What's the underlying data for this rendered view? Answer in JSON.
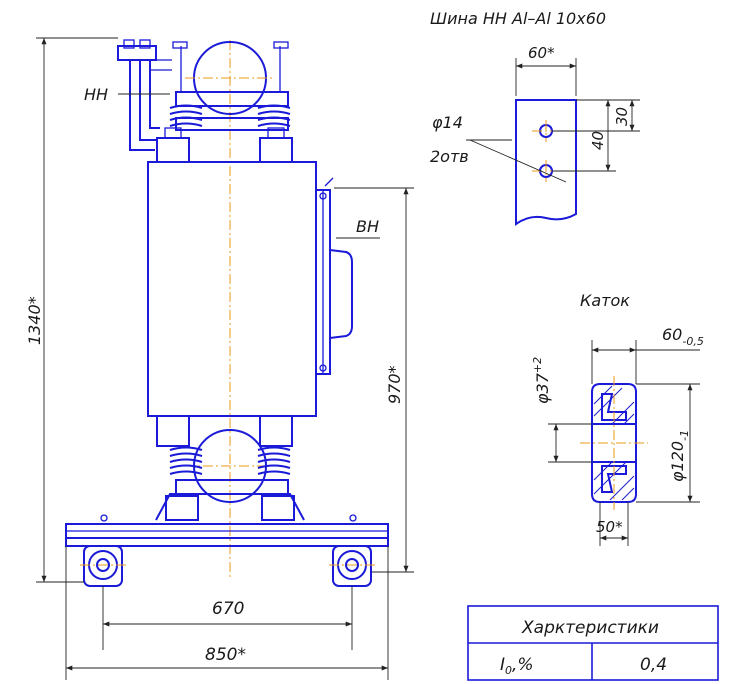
{
  "labels": {
    "bus_title": "Шина НН Al–Al 10x60",
    "lv": "НН",
    "hv": "ВН",
    "roller_title": "Каток",
    "hole_dia": "φ14",
    "hole_count": "2отв"
  },
  "dimensions": {
    "height_total": "1340*",
    "height_tank": "970*",
    "width_wheel_base": "670",
    "width_total": "850*",
    "bus_width": "60*",
    "bus_hole_1": "30",
    "bus_hole_2": "40",
    "roller_width": "60",
    "roller_width_tol": "-0,5",
    "roller_bore": "φ37",
    "roller_bore_tol": "+2",
    "roller_dia": "φ120",
    "roller_dia_tol": "-1",
    "roller_hub": "50*"
  },
  "table": {
    "title": "Харктеристики",
    "param": "I",
    "param_sub": "0",
    "param_unit": ",%",
    "value": "0,4"
  },
  "colors": {
    "outline": "#1a1ad8",
    "centerline": "#e89a1a",
    "dimension": "#222222"
  }
}
